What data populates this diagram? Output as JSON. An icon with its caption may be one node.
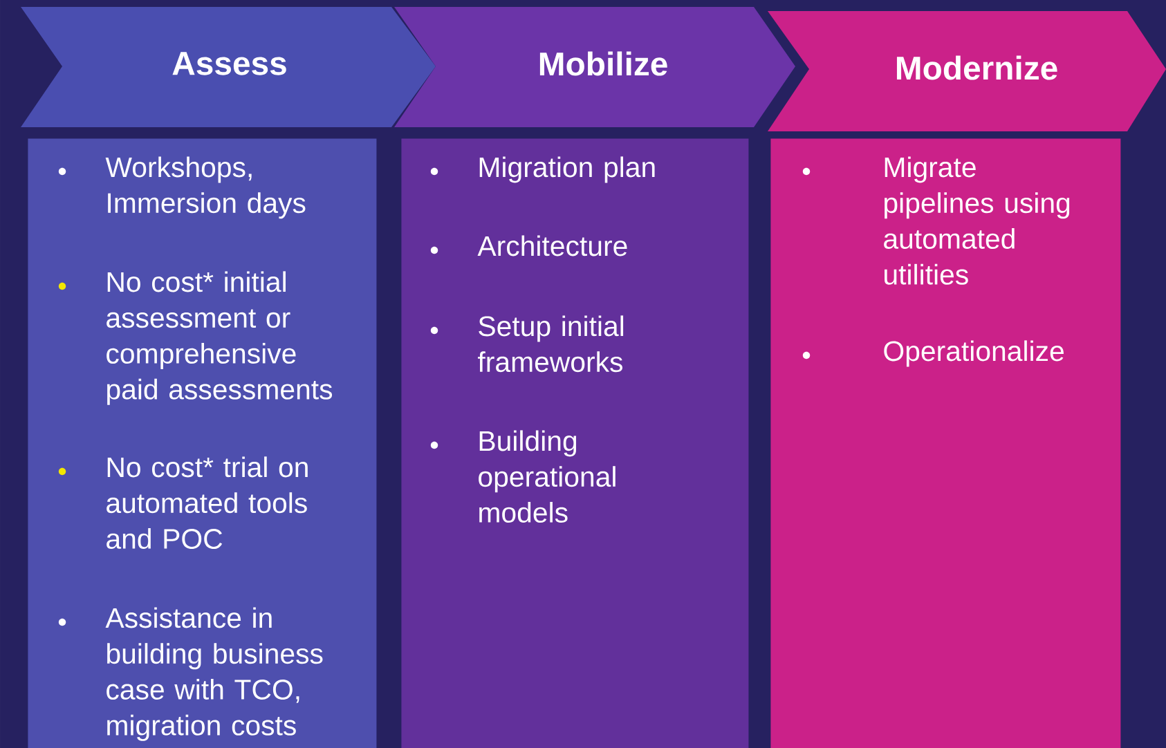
{
  "diagram": {
    "nodes": [
      {
        "text": [
          "Assess"
        ]
      },
      {
        "text": [
          "Mobilize"
        ]
      },
      {
        "text": [
          "Modernize"
        ]
      },
      {
        "text": [
          "Workshops, Immersion days",
          "No cost* initial assessment or comprehensive paid assessments",
          "No cost* trial on automated tools and POC",
          "Assistance in building business case with TCO, migration costs"
        ]
      },
      {
        "text": [
          "Migration plan",
          "Architecture",
          "Setup initial frameworks",
          "Building operational models"
        ]
      },
      {
        "text": [
          "Migrate pipelines using automated utilities",
          "Operationalize"
        ]
      }
    ]
  }
}
